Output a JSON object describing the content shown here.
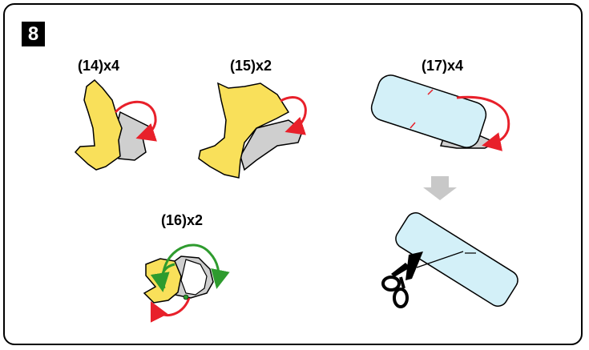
{
  "step": {
    "number": "8"
  },
  "parts": [
    {
      "label": "(14)x4"
    },
    {
      "label": "(15)x2"
    },
    {
      "label": "(17)x4"
    },
    {
      "label": "(16)x2"
    }
  ],
  "colors": {
    "yellow_part": "#f9e05a",
    "gray_part": "#cfcfcf",
    "blue_part": "#d3f0f8",
    "fold_arrow_red": "#e8202a",
    "fold_arrow_green": "#2e9b2e",
    "next_arrow_gray": "#c8c8c8",
    "cut_line": "#e8202a"
  }
}
